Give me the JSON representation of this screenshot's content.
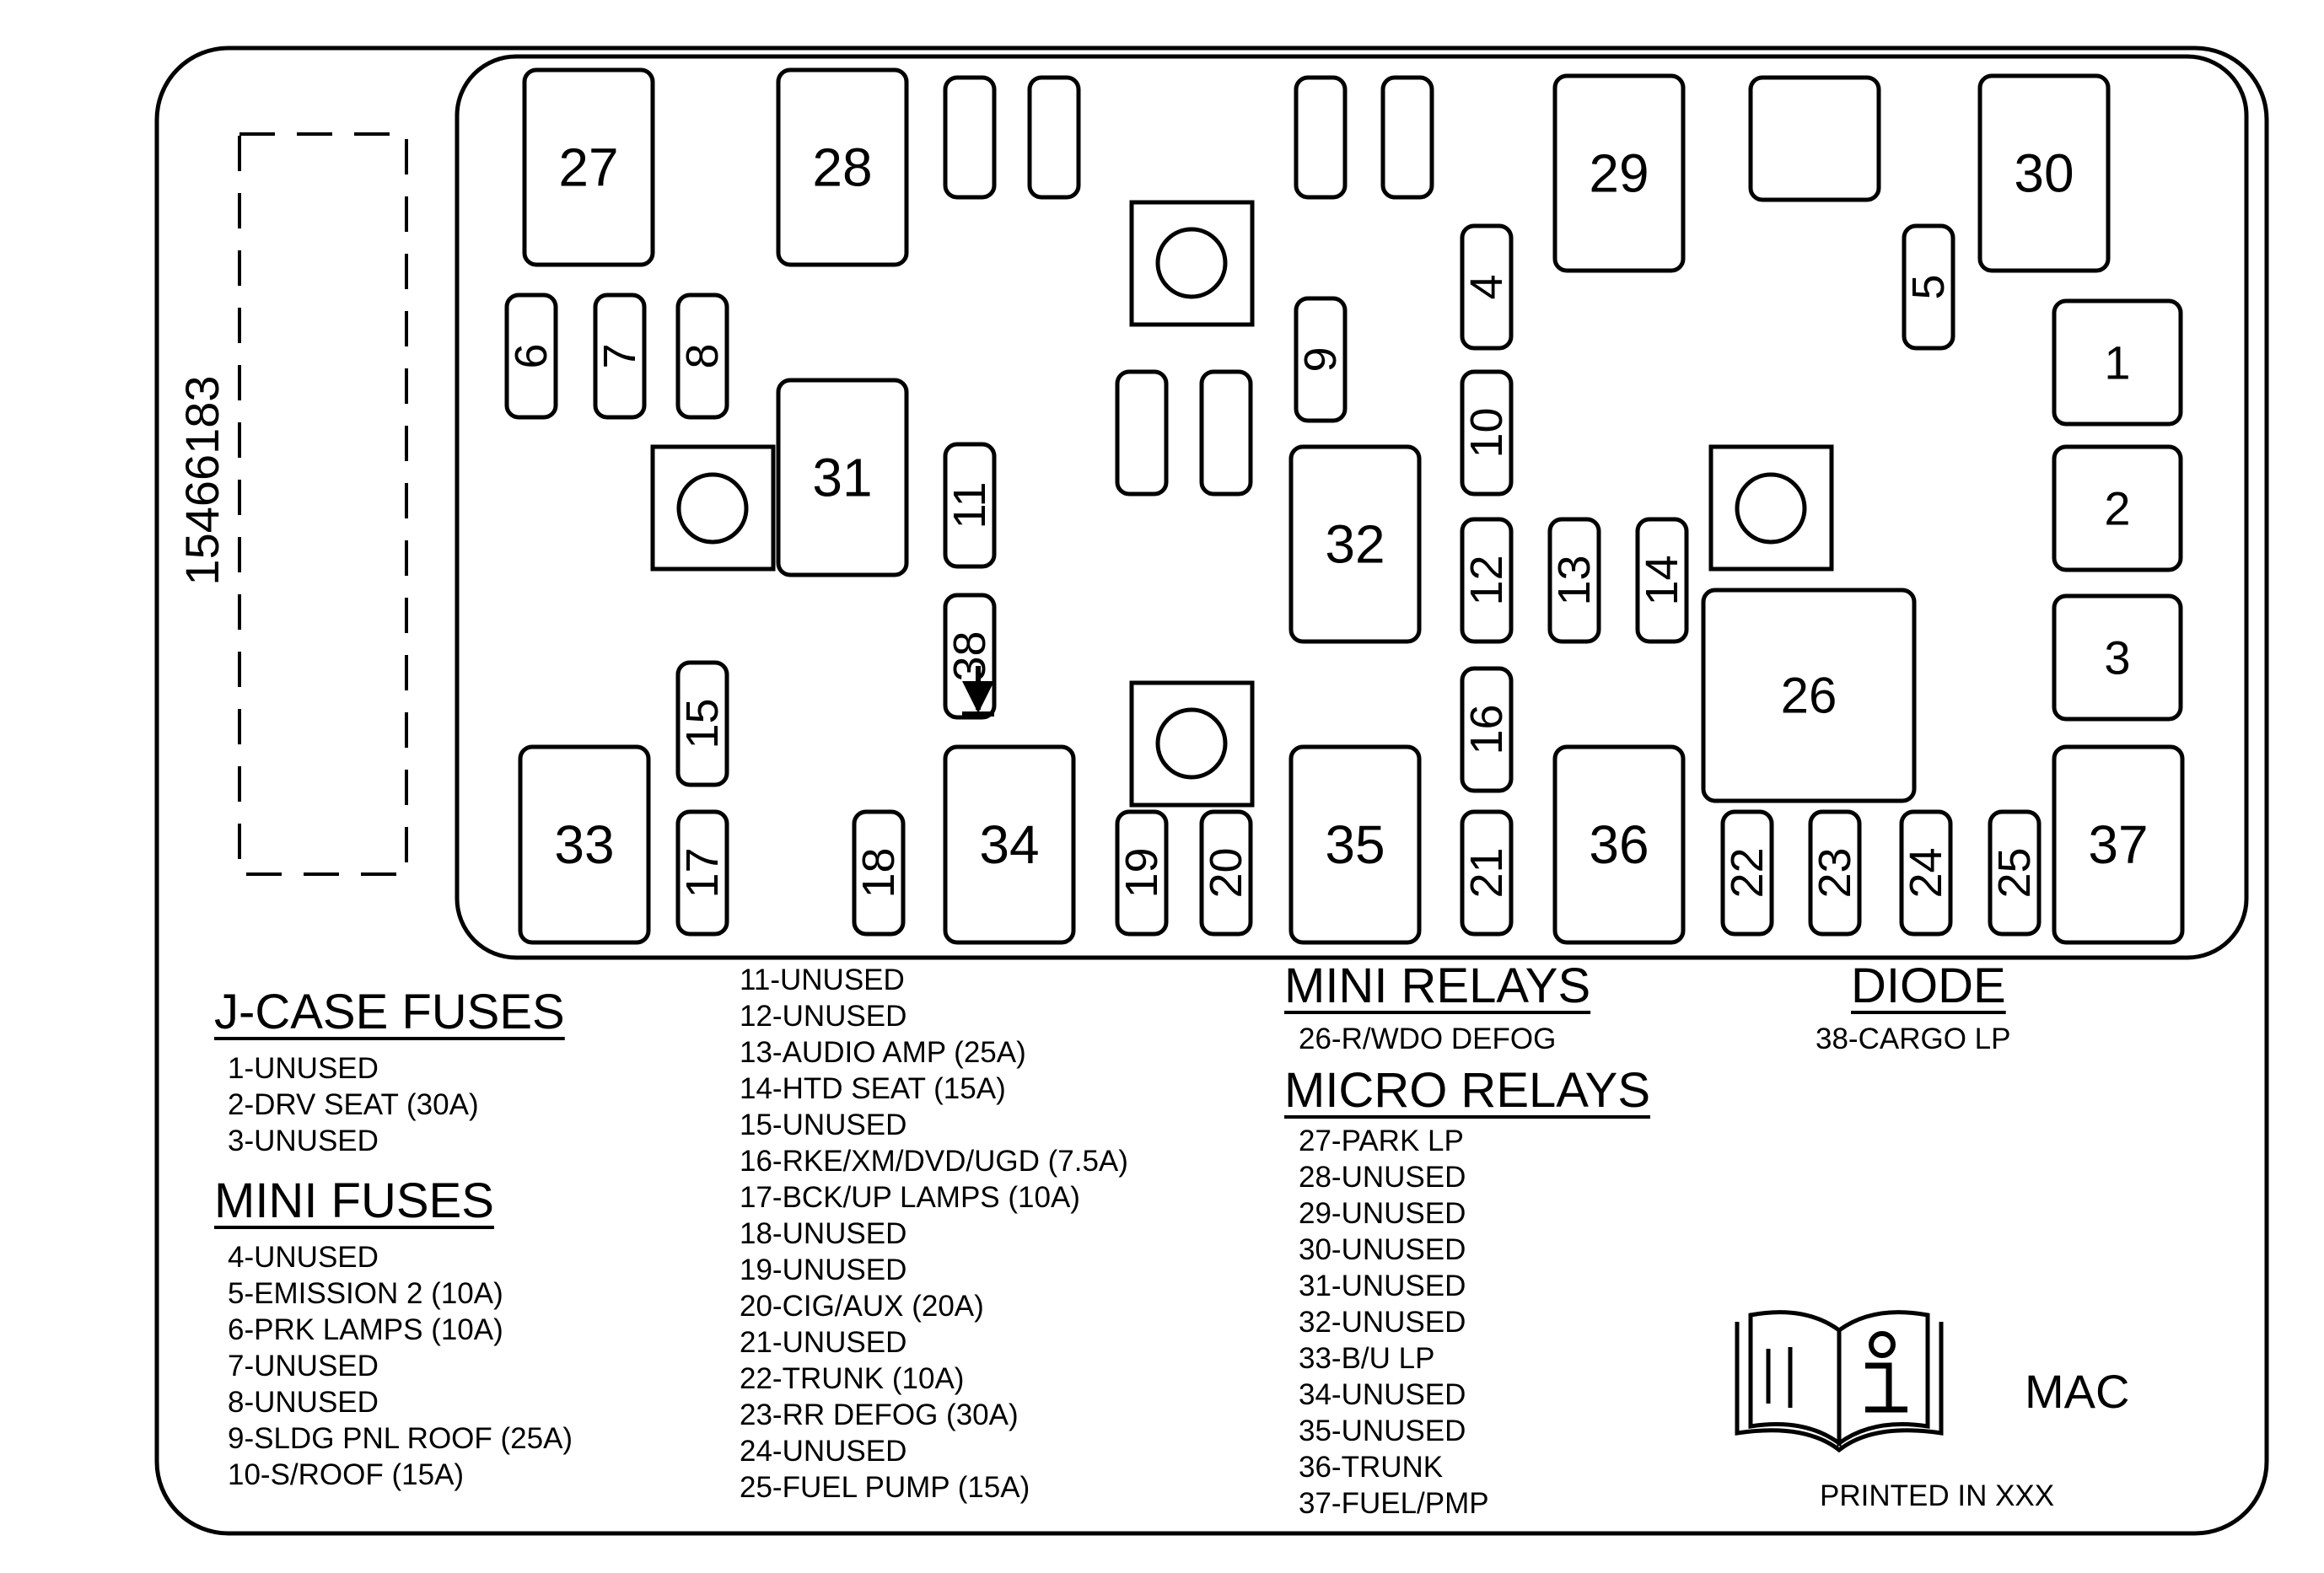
{
  "part_number": "15466183",
  "boxes": [
    {
      "label": "27"
    },
    {
      "label": "28"
    },
    {
      "label": "29"
    },
    {
      "label": ""
    },
    {
      "label": "30"
    },
    {
      "label": "1"
    },
    {
      "label": "2"
    },
    {
      "label": "3"
    },
    {
      "label": "31"
    },
    {
      "label": "32"
    },
    {
      "label": "26"
    },
    {
      "label": "33"
    },
    {
      "label": "34"
    },
    {
      "label": "35"
    },
    {
      "label": "36"
    },
    {
      "label": "37"
    }
  ],
  "fuses": [
    {
      "label": ""
    },
    {
      "label": ""
    },
    {
      "label": ""
    },
    {
      "label": ""
    },
    {
      "label": "6"
    },
    {
      "label": "7"
    },
    {
      "label": "8"
    },
    {
      "label": "4"
    },
    {
      "label": "5"
    },
    {
      "label": "9"
    },
    {
      "label": "10"
    },
    {
      "label": ""
    },
    {
      "label": ""
    },
    {
      "label": "11"
    },
    {
      "label": "38"
    },
    {
      "label": "12"
    },
    {
      "label": "13"
    },
    {
      "label": "14"
    },
    {
      "label": "15"
    },
    {
      "label": "16"
    },
    {
      "label": "17"
    },
    {
      "label": "18"
    },
    {
      "label": "19"
    },
    {
      "label": "20"
    },
    {
      "label": "21"
    },
    {
      "label": "22"
    },
    {
      "label": "23"
    },
    {
      "label": "24"
    },
    {
      "label": "25"
    }
  ],
  "legend": {
    "j_case_title": "J-CASE FUSES",
    "j_case": [
      "1-UNUSED",
      "2-DRV SEAT (30A)",
      "3-UNUSED"
    ],
    "mini_fuses_title": "MINI FUSES",
    "mini_fuses": [
      "4-UNUSED",
      "5-EMISSION 2 (10A)",
      "6-PRK LAMPS (10A)",
      "7-UNUSED",
      "8-UNUSED",
      "9-SLDG PNL ROOF (25A)",
      "10-S/ROOF (15A)"
    ],
    "mini_fuses_cont": [
      "11-UNUSED",
      "12-UNUSED",
      "13-AUDIO AMP (25A)",
      "14-HTD SEAT (15A)",
      "15-UNUSED",
      "16-RKE/XM/DVD/UGD (7.5A)",
      "17-BCK/UP LAMPS (10A)",
      "18-UNUSED",
      "19-UNUSED",
      "20-CIG/AUX (20A)",
      "21-UNUSED",
      "22-TRUNK (10A)",
      "23-RR DEFOG (30A)",
      "24-UNUSED",
      "25-FUEL PUMP (15A)"
    ],
    "mini_relays_title": "MINI RELAYS",
    "mini_relays": [
      "26-R/WDO DEFOG"
    ],
    "micro_relays_title": "MICRO RELAYS",
    "micro_relays": [
      "27-PARK LP",
      "28-UNUSED",
      "29-UNUSED",
      "30-UNUSED",
      "31-UNUSED",
      "32-UNUSED",
      "33-B/U LP",
      "34-UNUSED",
      "35-UNUSED",
      "36-TRUNK",
      "37-FUEL/PMP"
    ],
    "diode_title": "DIODE",
    "diode": [
      "38-CARGO LP"
    ]
  },
  "footer": {
    "mac": "MAC",
    "printed": "PRINTED IN XXX"
  },
  "icons": {
    "manual": "manual-info-icon"
  }
}
